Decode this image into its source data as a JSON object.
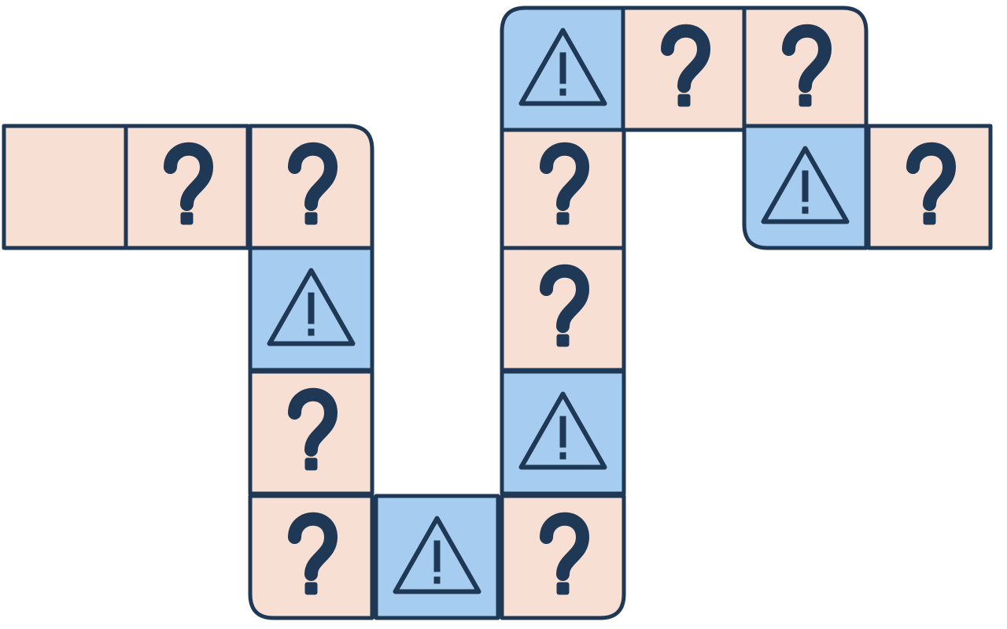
{
  "board": {
    "colors": {
      "safe": "#f7dfd4",
      "hazard": "#a6cdf0",
      "outline": "#1f3855"
    },
    "path": [
      {
        "kind": "empty"
      },
      {
        "kind": "question"
      },
      {
        "kind": "question"
      },
      {
        "kind": "hazard"
      },
      {
        "kind": "question"
      },
      {
        "kind": "question"
      },
      {
        "kind": "hazard"
      },
      {
        "kind": "question"
      },
      {
        "kind": "hazard"
      },
      {
        "kind": "question"
      },
      {
        "kind": "question"
      },
      {
        "kind": "hazard"
      },
      {
        "kind": "question"
      },
      {
        "kind": "question"
      },
      {
        "kind": "hazard"
      },
      {
        "kind": "question"
      }
    ]
  }
}
